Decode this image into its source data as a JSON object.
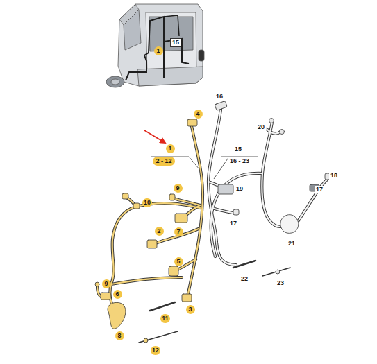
{
  "diagram": {
    "labels": [
      "1",
      "15",
      "1",
      "2 - 12",
      "15",
      "16 - 23",
      "16",
      "4",
      "20",
      "19",
      "17",
      "18",
      "17",
      "9",
      "10",
      "7",
      "2",
      "21",
      "5",
      "22",
      "23",
      "9",
      "6",
      "3",
      "11",
      "8",
      "12"
    ]
  }
}
